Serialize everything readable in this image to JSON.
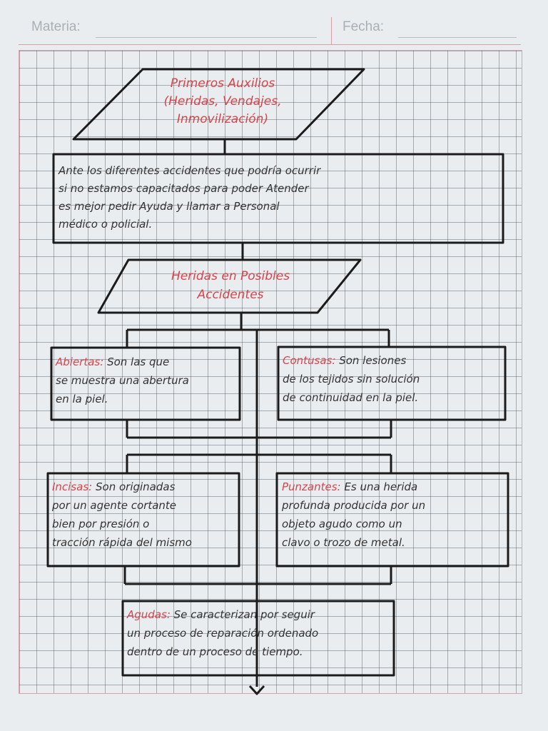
{
  "header": {
    "materia_label": "Materia:",
    "fecha_label": "Fecha:"
  },
  "title_box": {
    "lines": [
      "Primeros Auxilios",
      "(Heridas, Vendajes,",
      "Inmovilización)"
    ]
  },
  "intro_box": {
    "lines": [
      "Ante los diferentes accidentes que podría ocurrir",
      "si no estamos capacitados para poder Atender",
      "es mejor pedir Ayuda y llamar a Personal",
      "médico o policial."
    ]
  },
  "subtitle_box": {
    "lines": [
      "Heridas en Posibles",
      "Accidentes"
    ]
  },
  "abiertas": {
    "term": "Abiertas:",
    "lines": [
      " Son las que",
      "se muestra una abertura",
      "en la piel."
    ]
  },
  "contusas": {
    "term": "Contusas:",
    "lines": [
      " Son lesiones",
      "de los tejidos sin solución",
      "de continuidad en la piel."
    ]
  },
  "incisas": {
    "term": "Incisas:",
    "lines": [
      " Son originadas",
      "por un agente cortante",
      "bien por presión o",
      "tracción rápida del mismo"
    ]
  },
  "punzantes": {
    "term": "Punzantes:",
    "lines": [
      " Es una herida",
      "profunda producida por un",
      "objeto agudo como un",
      "clavo o trozo de metal."
    ]
  },
  "agudas": {
    "term": "Agudas:",
    "lines": [
      " Se caracterizan por seguir",
      "un proceso de reparación ordenado",
      "dentro de un proceso de tiempo."
    ]
  },
  "colors": {
    "ink": "#1b1b1b",
    "red_pen": "#d9434a",
    "grid": "#4a5560",
    "margin_line": "#d8a4ac"
  }
}
